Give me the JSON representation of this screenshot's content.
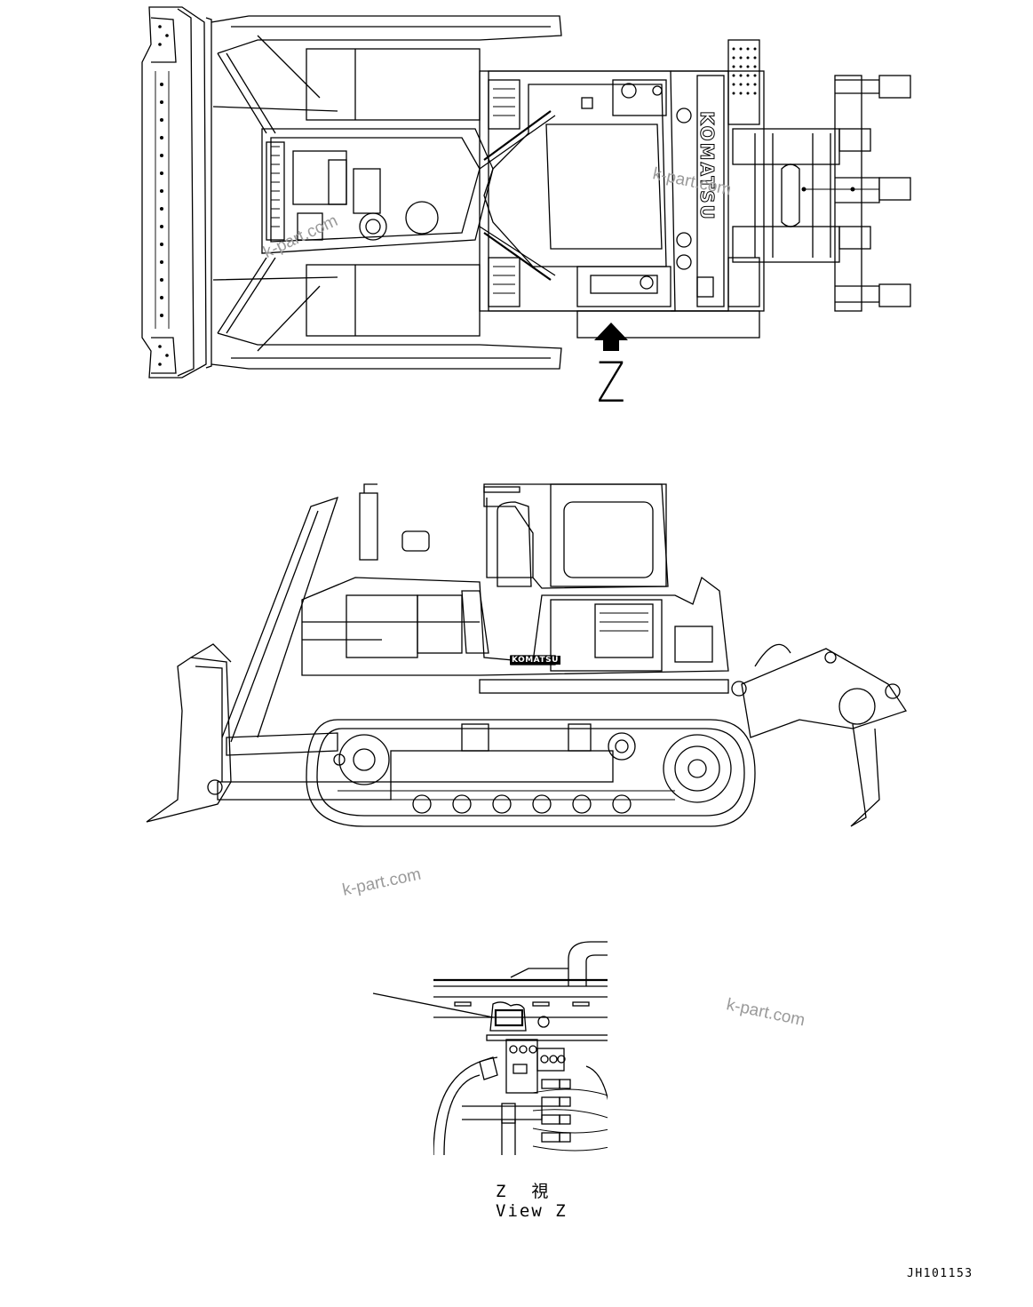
{
  "drawing": {
    "views": {
      "top_view": {
        "label": "Top view of bulldozer with ripper"
      },
      "side_view": {
        "label": "Side view of bulldozer"
      },
      "detail_view": {
        "label": "View Z detail"
      }
    },
    "arrow_label": "Z",
    "detail_caption_jp": "Z  視",
    "detail_caption_en": "View Z",
    "drawing_code": "JH101153",
    "brand_top": "KOMATSU",
    "brand_side": "KOMATSU",
    "watermarks": [
      "k-part.com",
      "k-part.com",
      "k-part.com",
      "k-part.com"
    ],
    "colors": {
      "line": "#000000",
      "background": "#ffffff",
      "watermark": "#9a9a9a"
    }
  }
}
